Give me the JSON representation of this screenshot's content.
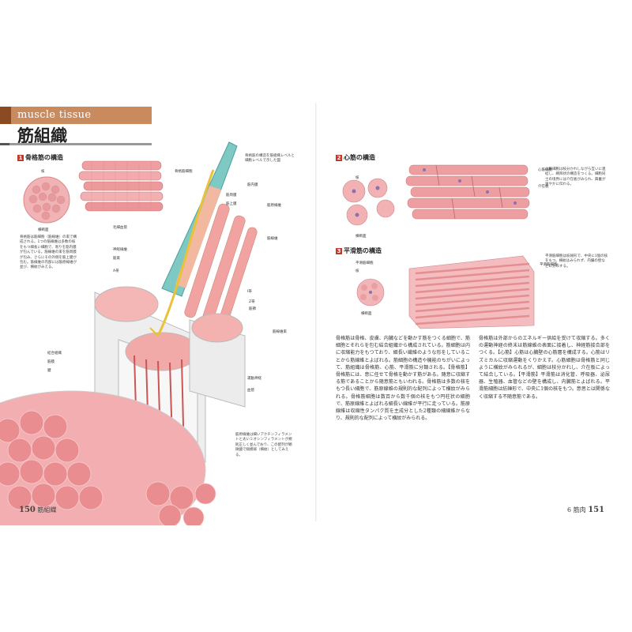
{
  "header": {
    "band_text": "muscle tissue",
    "title": "筋組織"
  },
  "left_page": {
    "section1": {
      "num": "1",
      "title": "骨格筋の構造"
    },
    "cell_section_label": "横断面",
    "callout_top": "骨格筋の構造を筋組織レベルと\n細胞レベルで示した図",
    "left_text": "骨格筋は筋細胞（筋線維）の束で構成される。1つの筋線維は多数の核をもつ細長い細胞で、周りを筋内膜が包んでいる。筋線維の束を筋周膜が包み、さらにその外側を筋上膜が包む。筋線維の内部には筋原線維が並び、横紋がみえる。",
    "bottom_text": "筋原線維は細いアクチンフィラメントと太いミオシンフィラメントが規則正しく並んでおり、この配列が顕微鏡で縞模様（横紋）としてみえる。",
    "labels": [
      "骨格筋細胞",
      "核",
      "筋内膜",
      "筋周膜",
      "筋上膜",
      "筋原線維",
      "筋線維",
      "毛細血管",
      "神経線維",
      "筋束",
      "A帯",
      "I帯",
      "Z帯",
      "筋節",
      "筋線維束",
      "結合組織",
      "筋膜",
      "腱",
      "運動神経",
      "血管"
    ],
    "folio": {
      "num": "150",
      "text": "筋組織"
    }
  },
  "right_page": {
    "section2": {
      "num": "2",
      "title": "心筋の構造"
    },
    "section3": {
      "num": "3",
      "title": "平滑筋の構造"
    },
    "cardiac_labels": [
      "心筋細胞",
      "核",
      "介在板",
      "横断面"
    ],
    "smooth_labels": [
      "平滑筋細胞",
      "核",
      "横断面"
    ],
    "cardiac_note": "心筋細胞は枝分かれしながら互いに連結し、網目状の構造をつくる。細胞同士の境界には介在板がみられ、興奮が速やかに伝わる。",
    "smooth_note": "平滑筋細胞は紡錘形で、中央に1個の核をもつ。横紋はみられず、内臓の壁などに分布する。",
    "body_col1": "骨格筋は骨格、皮膚、内臓などを動かす筋をつくる細胞で、筋細胞とそれらを包む結合組織から構成されている。筋細胞は内に収縮能力をもつており、細長い繊維のような形をしていることから筋線維とよばれる。筋細胞の構造や機能のちがいによって、筋組織は骨格筋、心筋、平滑筋に分類される。【骨格筋】骨格筋には、意に任せて骨格を動かす筋がある。随意に収縮する筋であることから随意筋ともいわれる。骨格筋は多数の核をもつ長い細胞で、筋原線維の規則的な配列によって横紋がみられる。骨格筋細胞は数百から数千個の核をもつ円柱状の細胞で、筋原線維とよばれる細長い線維が平行に走っている。筋原線維は収縮性タンパク質を主成分とした2種類の細線維からなり、規則的な配列によって横紋がみられる。",
    "body_col2": "骨格筋は外部からのエネルギー供給を受けて収縮する。多くの運動神経の終末は筋線維の表面に接着し、神経筋接合部をつくる。【心筋】心筋は心臓壁の心筋層を構成する。心筋はリズミカルに収縮運動をくりかえす。心筋細胞は骨格筋と同じように横紋がみられるが、細胞は枝分かれし、介在板によって結合している。【平滑筋】平滑筋は消化管、呼吸器、泌尿器、生殖器、血管などの壁を構成し、内臓筋とよばれる。平滑筋細胞は紡錘形で、中央に1個の核をもつ。意思とは関係なく収縮する不随意筋である。",
    "folio": {
      "num": "151",
      "text": "6 筋肉"
    }
  }
}
